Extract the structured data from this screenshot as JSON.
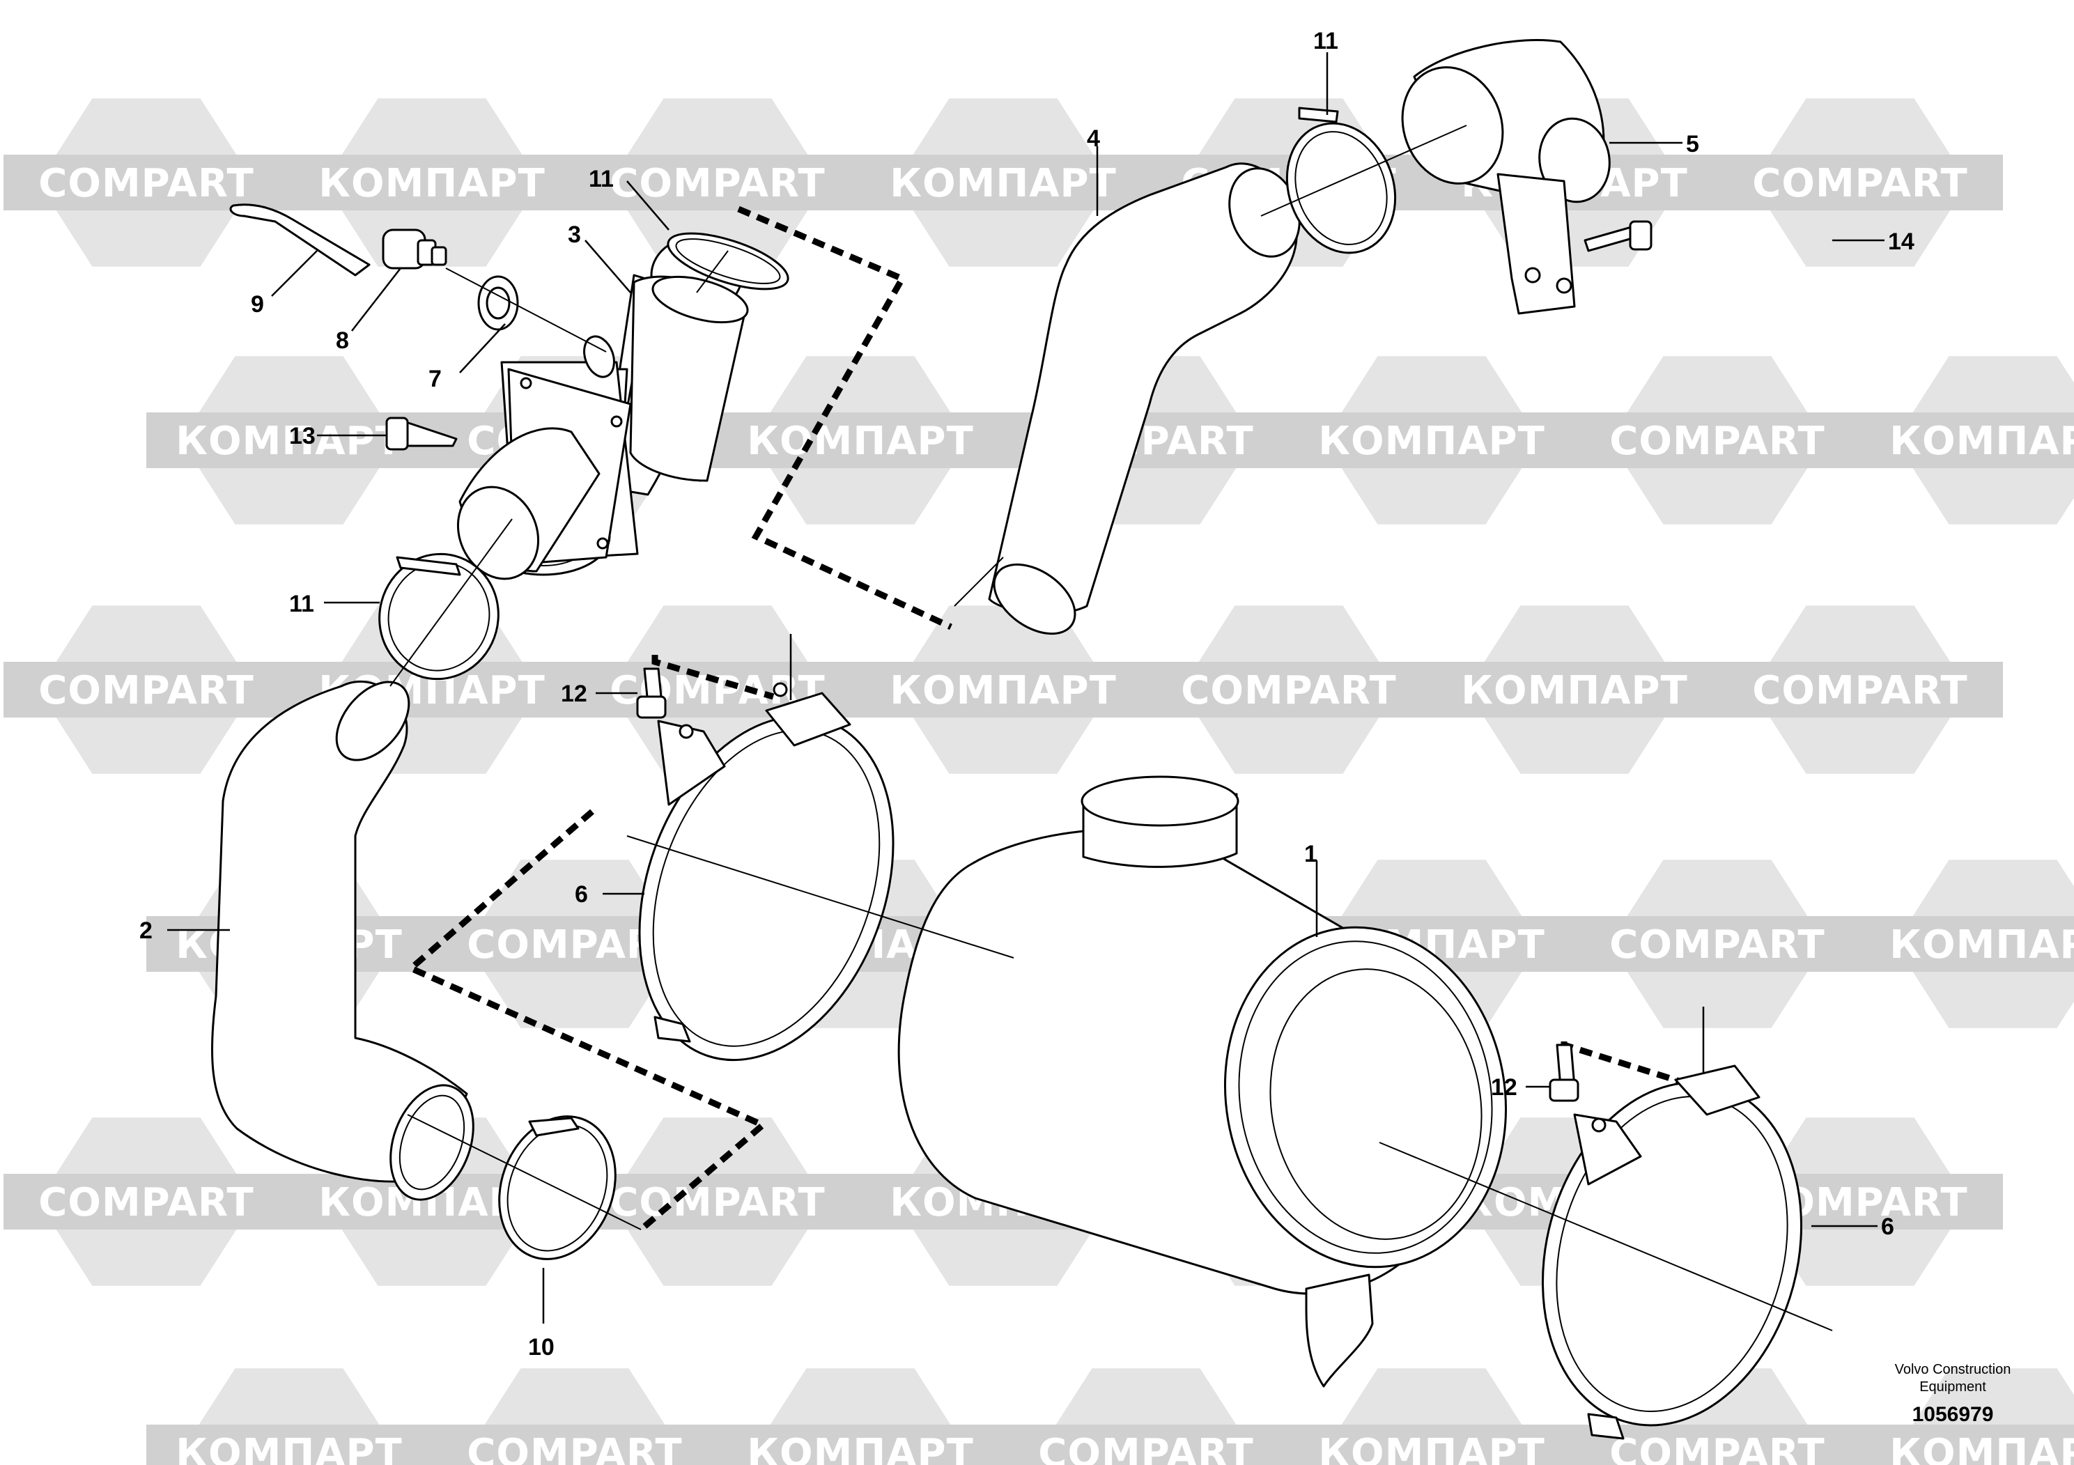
{
  "watermark": {
    "text_a": "COMPART",
    "text_b": "КОМПАРТ"
  },
  "callouts": [
    {
      "id": "1",
      "label": "1"
    },
    {
      "id": "2",
      "label": "2"
    },
    {
      "id": "3",
      "label": "3"
    },
    {
      "id": "4",
      "label": "4"
    },
    {
      "id": "5",
      "label": "5"
    },
    {
      "id": "6a",
      "label": "6"
    },
    {
      "id": "6b",
      "label": "6"
    },
    {
      "id": "7",
      "label": "7"
    },
    {
      "id": "8",
      "label": "8"
    },
    {
      "id": "9",
      "label": "9"
    },
    {
      "id": "10",
      "label": "10"
    },
    {
      "id": "11a",
      "label": "11"
    },
    {
      "id": "11b",
      "label": "11"
    },
    {
      "id": "11c",
      "label": "11"
    },
    {
      "id": "12a",
      "label": "12"
    },
    {
      "id": "12b",
      "label": "12"
    },
    {
      "id": "13",
      "label": "13"
    },
    {
      "id": "14",
      "label": "14"
    }
  ],
  "footer": {
    "line1": "Volvo Construction",
    "line2": "Equipment",
    "drawing_number": "1056979"
  }
}
